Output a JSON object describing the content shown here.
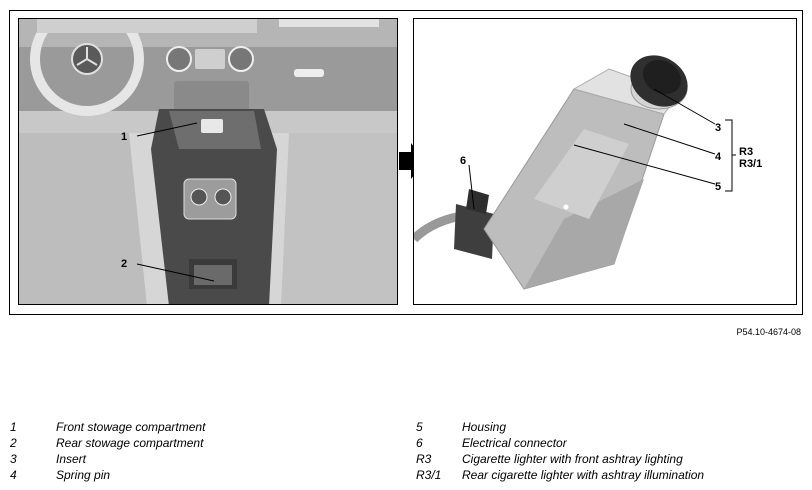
{
  "figure_id": "P54.10-4674-08",
  "callouts_left": {
    "c1": "1",
    "c2": "2"
  },
  "callouts_right": {
    "c3": "3",
    "c4": "4",
    "c5": "5",
    "c6": "6",
    "r3": "R3",
    "r31": "R3/1"
  },
  "legend_left": [
    {
      "key": "1",
      "text": "Front stowage compartment"
    },
    {
      "key": "2",
      "text": "Rear stowage compartment"
    },
    {
      "key": "3",
      "text": "Insert"
    },
    {
      "key": "4",
      "text": "Spring pin"
    }
  ],
  "legend_right": [
    {
      "key": "5",
      "text": "Housing"
    },
    {
      "key": "6",
      "text": "Electrical connector"
    },
    {
      "key": "R3",
      "text": "Cigarette lighter with front ashtray lighting"
    },
    {
      "key": "R3/1",
      "text": "Rear cigarette lighter with ashtray illumination"
    }
  ]
}
